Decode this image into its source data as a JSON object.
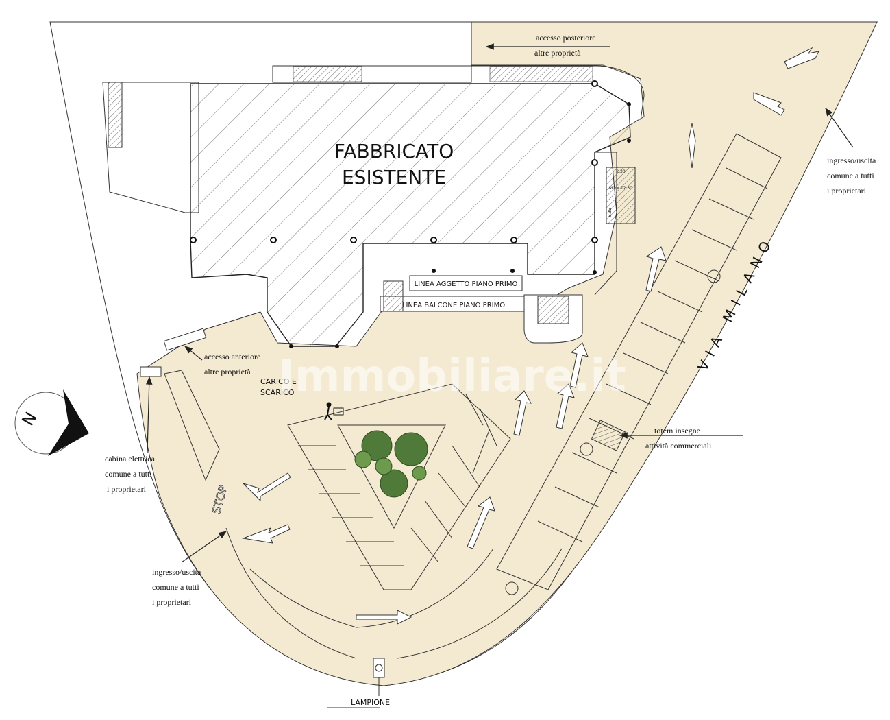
{
  "building": {
    "line1": "FABBRICATO",
    "line2": "ESISTENTE"
  },
  "building_lines": {
    "aggetto": "LINEA AGGETTO PIANO PRIMO",
    "balcone": "LINEA BALCONE PIANO PRIMO"
  },
  "dims": {
    "width": "2.30",
    "area": "MQ= 12.30",
    "length": "5.35"
  },
  "labels": {
    "rear_access": [
      "accesso posteriore",
      "altre proprietà"
    ],
    "front_access": [
      "accesso anteriore",
      "altre proprietà"
    ],
    "entry_right": [
      "ingresso/uscita",
      "comune a tutti",
      "i proprietari"
    ],
    "entry_left": [
      "ingresso/uscita",
      "comune a tutti",
      "i proprietari"
    ],
    "cabin": [
      "cabina elettrica",
      "comune a tutti",
      "i proprietari"
    ],
    "totem": [
      "totem insegne",
      "attività commerciali"
    ],
    "loading": [
      "CARICO E",
      "SCARICO"
    ],
    "lamp": "LAMPIONE",
    "street": "VIA MILANO",
    "stop": "STOP",
    "north": "N",
    "watermark": "Immobiliare.it"
  },
  "colors": {
    "lot_fill": "#f4ead2",
    "line": "#333333",
    "tree": "#4f7a3a"
  }
}
